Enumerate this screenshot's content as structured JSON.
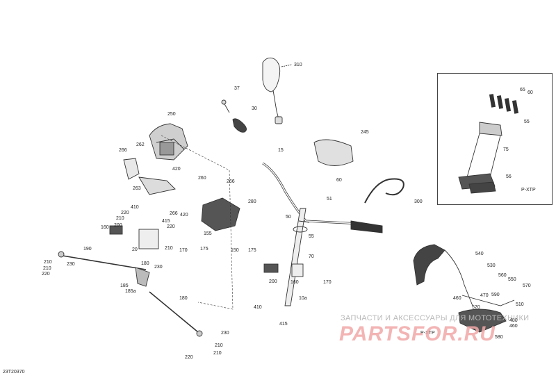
{
  "document_id": "23T20370",
  "watermark": {
    "tagline": "ЗАПЧАСТИ И АКСЕССУАРЫ ДЛЯ МОТОТЕХНИКИ",
    "logo": "PARTSFOR.RU"
  },
  "inset_label": "P-XTP",
  "callouts": {
    "c310": "310",
    "c37": "37",
    "c30": "30",
    "c250": "250",
    "c262": "262",
    "c266a": "266",
    "c420a": "420",
    "c263": "263",
    "c260a": "260",
    "c266b": "266",
    "c280": "280",
    "c410a": "410",
    "c220a": "220",
    "c210a": "210",
    "c200a": "200",
    "c160a": "160",
    "c415": "415",
    "c266c": "266",
    "c420b": "420",
    "c220b": "220",
    "c210b": "210",
    "c20": "20",
    "c170a": "170",
    "c155": "155",
    "c175a": "175",
    "c190": "190",
    "c210c": "210",
    "c230a": "230",
    "c210d": "210",
    "c220c": "220",
    "c180a": "180",
    "c230b": "230",
    "c185": "185",
    "c185a": "185a",
    "c180b": "180",
    "c230c": "230",
    "c210e": "210",
    "c220d": "220",
    "c210f": "210",
    "c15": "15",
    "c245": "245",
    "c60a": "60",
    "c51": "51",
    "c50": "50",
    "c55": "55",
    "c150": "150",
    "c175b": "175",
    "c70": "70",
    "c200b": "200",
    "c160b": "160",
    "c170b": "170",
    "c410b": "410",
    "c10a": "10a",
    "c415b": "415",
    "c300": "300",
    "c65": "65",
    "c60b": "60",
    "c55b": "55",
    "c75": "75",
    "c56": "56",
    "c540": "540",
    "c530": "530",
    "c560": "560",
    "c550": "550",
    "c570": "570",
    "c470": "470",
    "c590": "590",
    "c460": "460",
    "c520": "520",
    "c510": "510",
    "c480": "480",
    "c580": "580",
    "c460b": "460",
    "pxtp2": "P-XTP"
  }
}
